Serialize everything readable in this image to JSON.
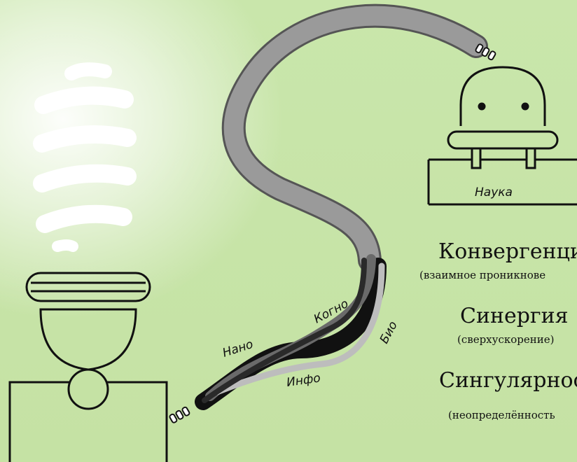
{
  "labels": {
    "nauka": "Наука",
    "nano": "Нано",
    "kogno": "Когно",
    "bio": "Био",
    "info": "Инфо"
  },
  "terms": {
    "convergence": {
      "title": "Конвергенци",
      "note": "(взаимное проникнове"
    },
    "synergy": {
      "title": "Синергия",
      "note": "(сверхускорение)"
    },
    "singularity": {
      "title": "Сингулярнос",
      "note": "(неопределённость"
    }
  }
}
